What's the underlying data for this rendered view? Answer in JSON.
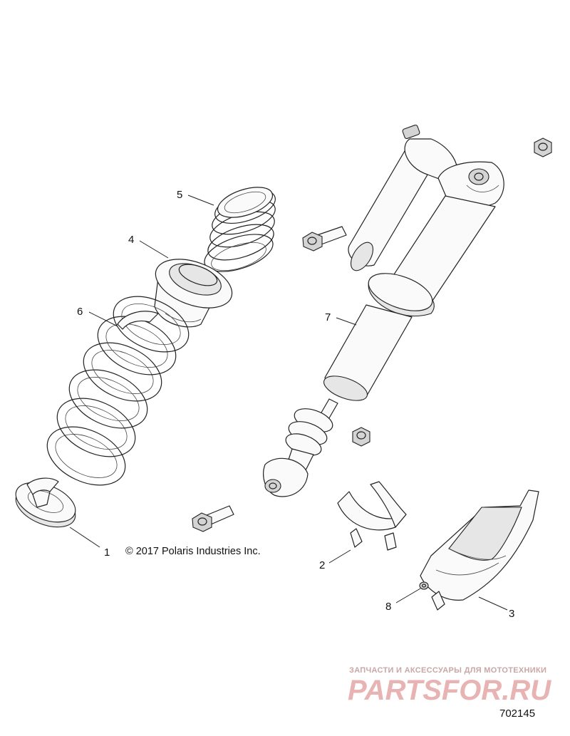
{
  "diagram": {
    "copyright": "© 2017 Polaris Industries Inc.",
    "figure_number": "702145",
    "callouts": [
      {
        "id": "c1",
        "label": "1"
      },
      {
        "id": "c2",
        "label": "2"
      },
      {
        "id": "c3",
        "label": "3"
      },
      {
        "id": "c4",
        "label": "4"
      },
      {
        "id": "c5",
        "label": "5"
      },
      {
        "id": "c6",
        "label": "6"
      },
      {
        "id": "c7",
        "label": "7"
      },
      {
        "id": "c8",
        "label": "8"
      }
    ],
    "watermark": {
      "tagline": "ЗАПЧАСТИ И АКСЕССУАРЫ ДЛЯ МОТОТЕХНИКИ",
      "brand": "PARTSFOR.RU"
    }
  }
}
